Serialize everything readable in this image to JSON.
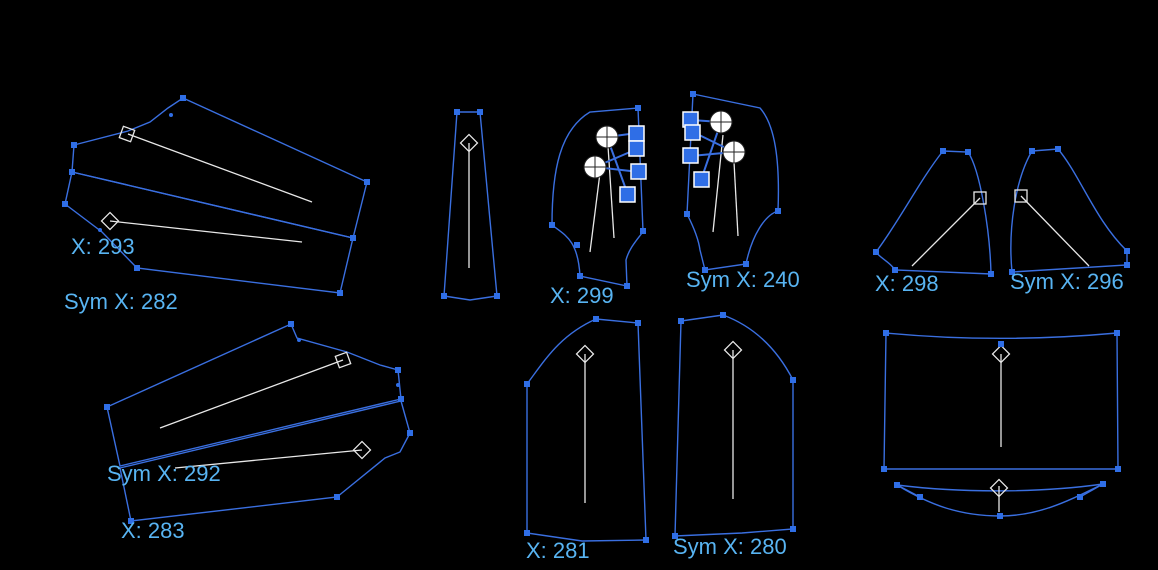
{
  "app": {
    "canvas_background": "#000000",
    "outline_color": "#3a6fe0",
    "label_color": "#58b4f2"
  },
  "labels": {
    "sleeve_top_x": "X: 293",
    "sleeve_top_sym": "Sym X: 282",
    "front_narrow_x": "X: 299",
    "front_narrow_sym": "Sym X: 240",
    "shoulder_x": "X: 298",
    "shoulder_sym": "Sym X: 296",
    "sleeve_bottom_sym": "Sym X: 292",
    "sleeve_bottom_x": "X: 283",
    "panel_front_x": "X: 281",
    "panel_back_sym": "Sym X: 280"
  }
}
